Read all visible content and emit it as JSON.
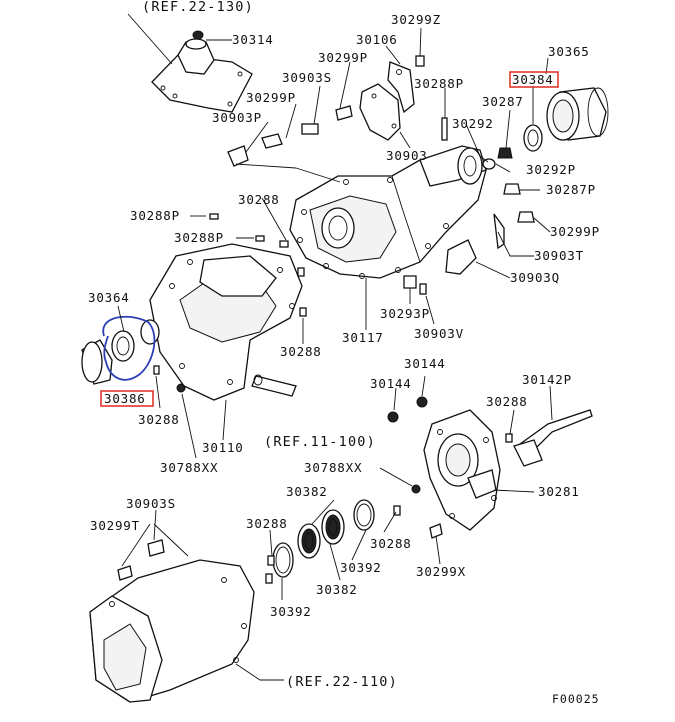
{
  "colors": {
    "line": "#111111",
    "highlight_box": "#e0362b",
    "annotation_circle": "#2c3fb4",
    "background": "#ffffff"
  },
  "refs": {
    "top": "(REF.22-130)",
    "middle": "(REF.11-100)",
    "bottom": "(REF.22-110)"
  },
  "parts": {
    "p30314": "30314",
    "p30299z": "30299Z",
    "p30106": "30106",
    "p30299p_a": "30299P",
    "p30903s_a": "30903S",
    "p30365": "30365",
    "p30384": "30384",
    "p30288p_a": "30288P",
    "p30287": "30287",
    "p30299p_b": "30299P",
    "p30903p": "30903P",
    "p30292": "30292",
    "p30903": "30903",
    "p30292p": "30292P",
    "p30287p": "30287P",
    "p30288p_b": "30288P",
    "p30288_a": "30288",
    "p30299p_c": "30299P",
    "p30288p_c": "30288P",
    "p30903t": "30903T",
    "p30903q": "30903Q",
    "p30364": "30364",
    "p30293p": "30293P",
    "p30117": "30117",
    "p30903v": "30903V",
    "p30288_b": "30288",
    "p30144_a": "30144",
    "p30144_b": "30144",
    "p30142p": "30142P",
    "p30386": "30386",
    "p30288_c": "30288",
    "p30288_d": "30288",
    "p30110": "30110",
    "p30788xx_a": "30788XX",
    "p30788xx_b": "30788XX",
    "p30281": "30281",
    "p30903s_b": "30903S",
    "p30382_a": "30382",
    "p30299t": "30299T",
    "p30288_e": "30288",
    "p30288_f": "30288",
    "p30392_a": "30392",
    "p30382_b": "30382",
    "p30299x": "30299X",
    "p30392_b": "30392"
  },
  "figure_code": "F00025"
}
